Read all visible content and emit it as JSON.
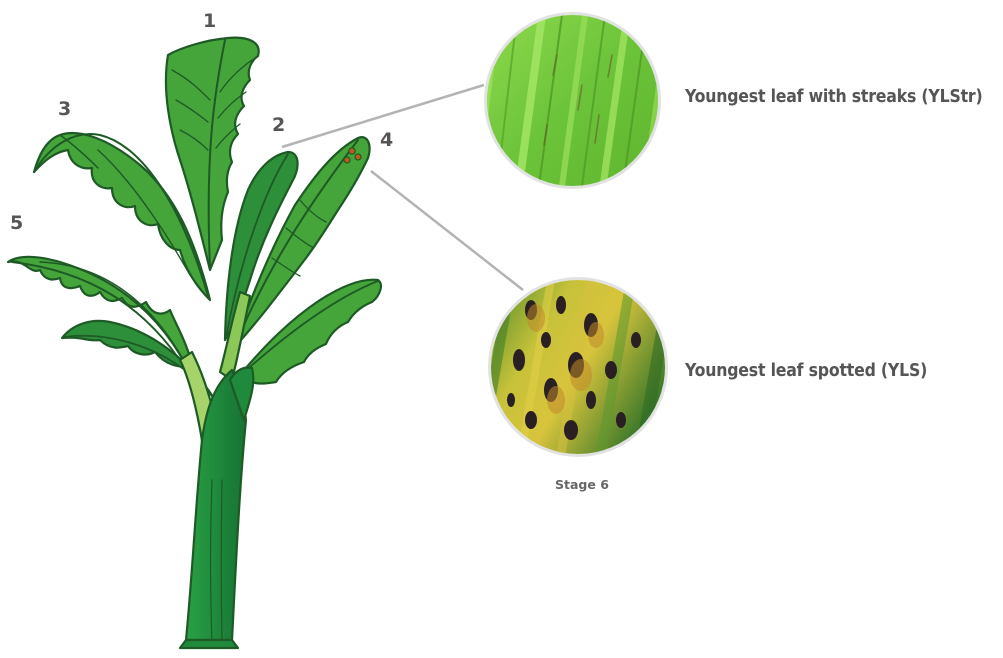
{
  "leaf_numbers": {
    "n1": "1",
    "n2": "2",
    "n3": "3",
    "n4": "4",
    "n5": "5"
  },
  "callouts": {
    "streaks": {
      "label": "Youngest leaf with streaks (YLStr)"
    },
    "spotted": {
      "label": "Youngest leaf spotted (YLS)",
      "stage": "Stage 6"
    }
  },
  "colors": {
    "outline": "#1e5a26",
    "leaf_dark": "#2e8f3a",
    "leaf_mid": "#45a43a",
    "leaf_light": "#6cbb3c",
    "trunk": "#1f8a3c",
    "spot": "#c0581b",
    "leader_line": "#b3b3b3",
    "text": "#555555"
  }
}
